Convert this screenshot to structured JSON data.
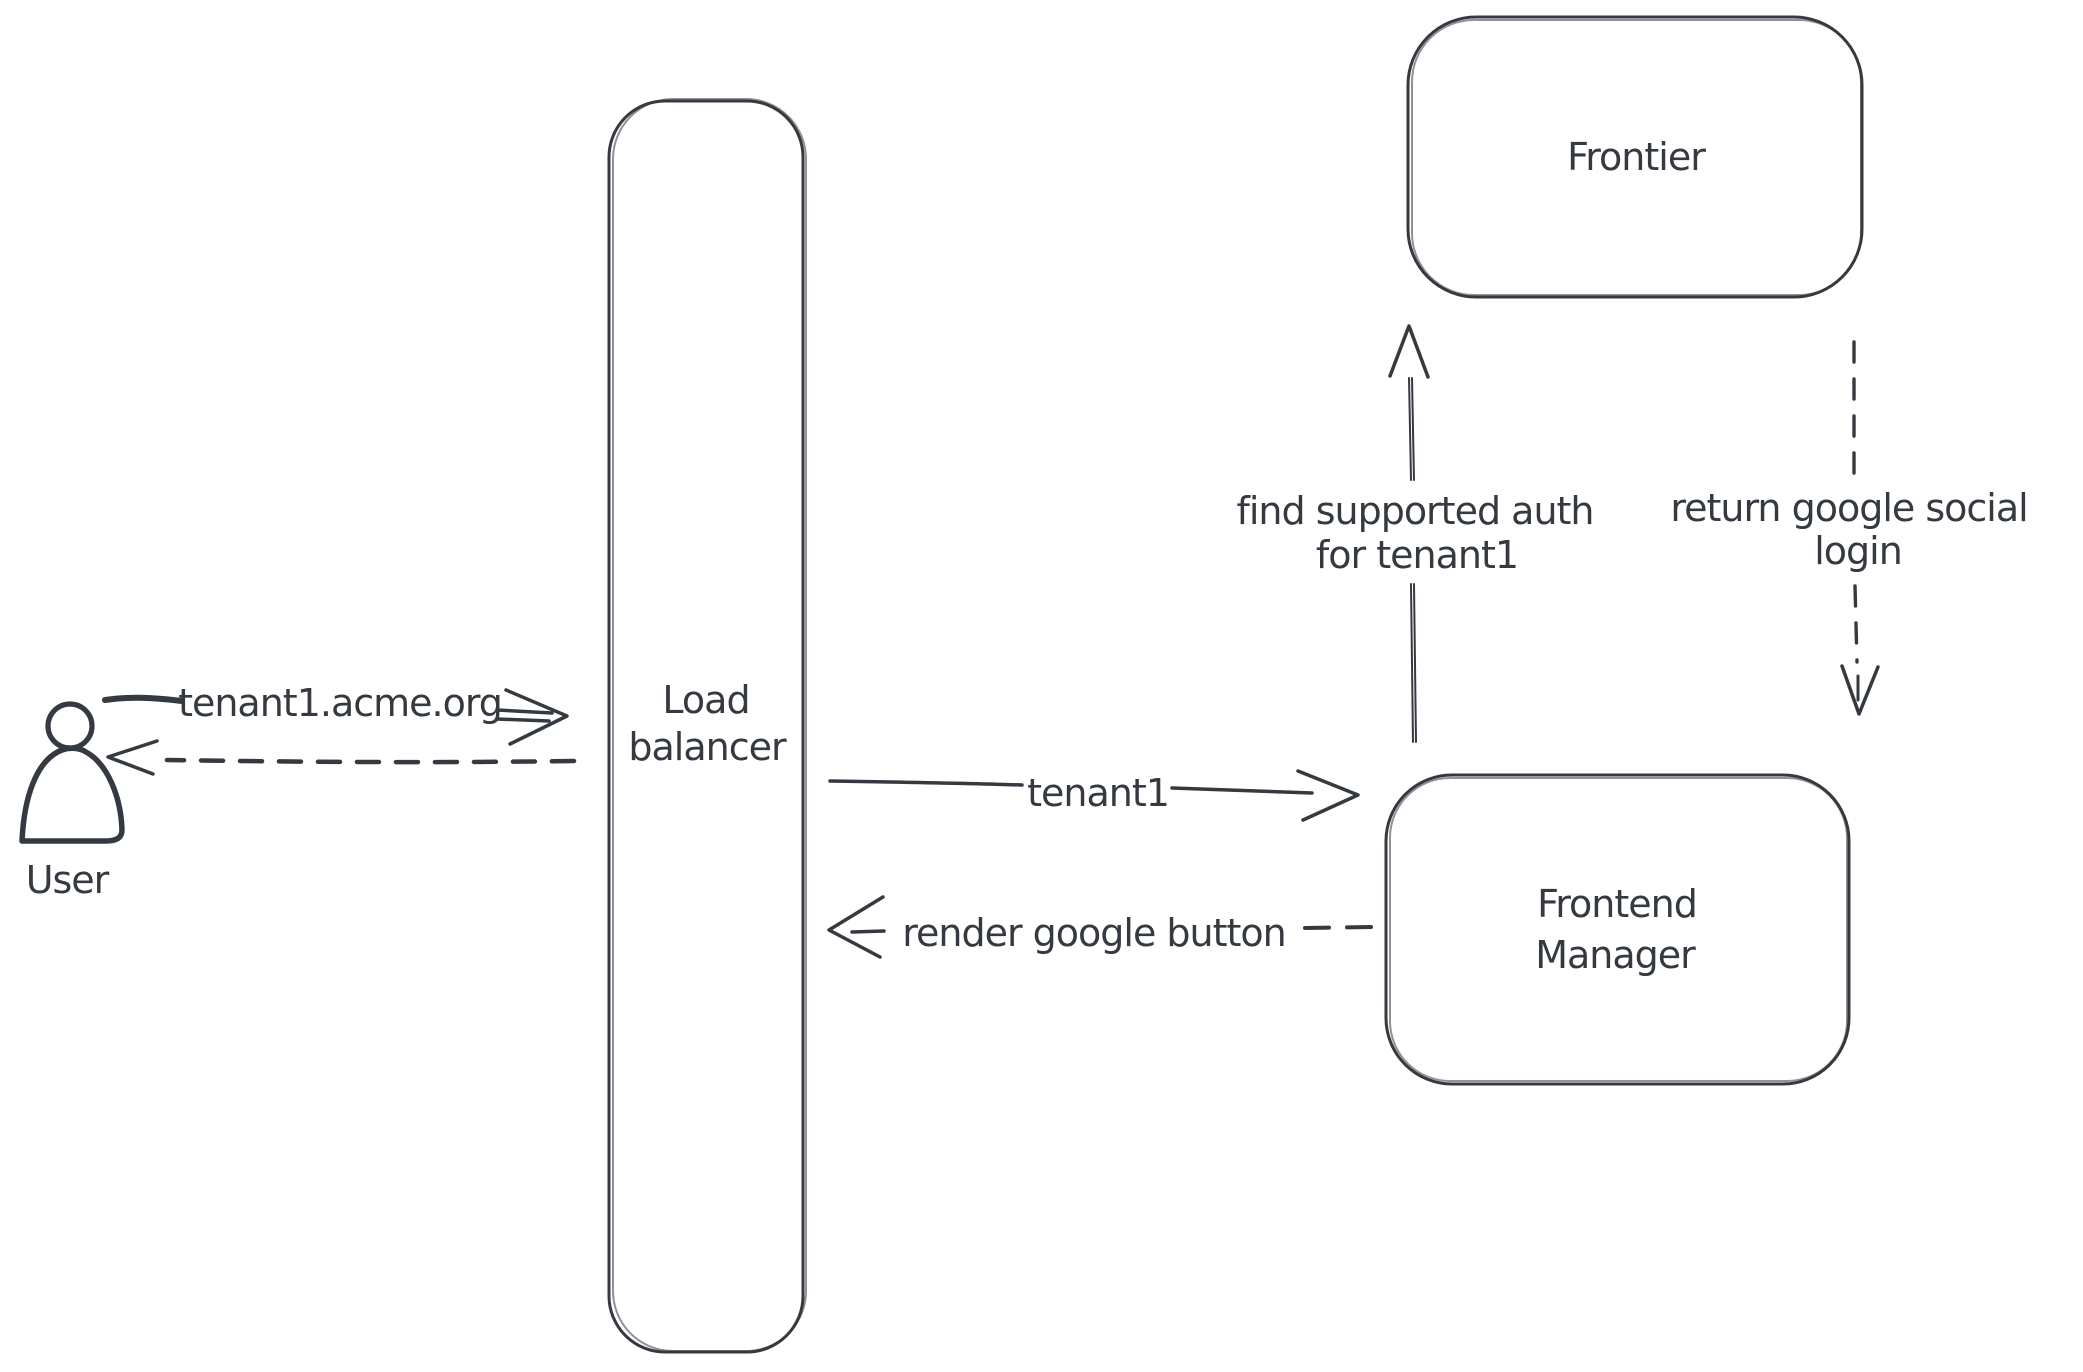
{
  "diagram": {
    "colors": {
      "background": "#ffffff",
      "stroke": "#343a40",
      "hatch": "#d4dae4"
    },
    "actor": {
      "label": "User"
    },
    "nodes": {
      "load_balancer": {
        "lines": [
          "Load",
          "balancer"
        ]
      },
      "frontier": {
        "lines": [
          "Frontier"
        ]
      },
      "frontend_manager": {
        "lines": [
          "Frontend",
          "Manager"
        ]
      }
    },
    "edges": {
      "user_to_lb": {
        "label": "tenant1.acme.org",
        "style": "solid"
      },
      "lb_to_user": {
        "style": "dashed"
      },
      "lb_to_fm": {
        "label": "tenant1",
        "style": "solid"
      },
      "fm_to_lb": {
        "label": "render google button",
        "style": "dashed"
      },
      "fm_to_frontier": {
        "lines": [
          "find supported auth",
          "for tenant1"
        ],
        "style": "solid"
      },
      "frontier_to_fm": {
        "lines": [
          "return google social",
          "login"
        ],
        "style": "dashed"
      }
    }
  }
}
